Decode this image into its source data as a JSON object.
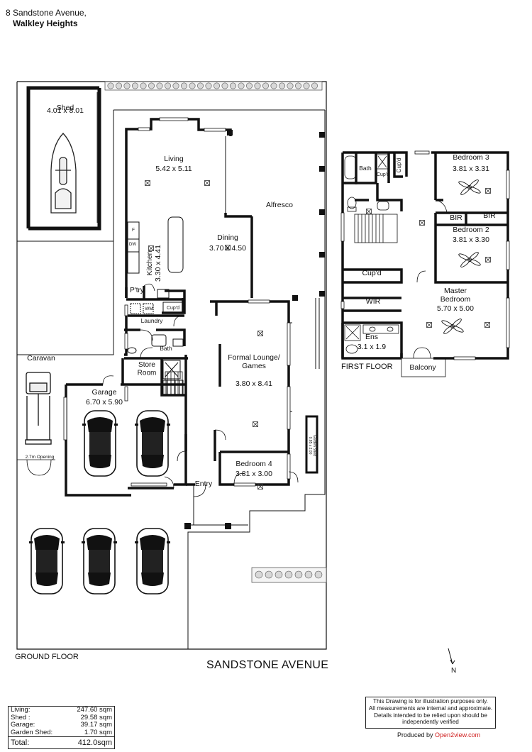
{
  "header": {
    "address_line1": "8 Sandstone Avenue,",
    "address_line2": "Walkley Heights"
  },
  "ground_floor": {
    "label": "GROUND FLOOR",
    "rooms": [
      {
        "name": "Shed",
        "dims": "4.01 x 8.01"
      },
      {
        "name": "Living",
        "dims": "5.42 x 5.11"
      },
      {
        "name": "Alfresco",
        "dims": ""
      },
      {
        "name": "Dining",
        "dims": "3.70 x 4.50"
      },
      {
        "name": "Kitchen",
        "dims": "3.30 x 4.41"
      },
      {
        "name": "P'try",
        "dims": ""
      },
      {
        "name": "Laundry",
        "dims": ""
      },
      {
        "name": "Bath",
        "dims": ""
      },
      {
        "name": "Store Room",
        "dims": ""
      },
      {
        "name": "Formal Lounge/ Games",
        "dims": "3.80 x 8.41"
      },
      {
        "name": "Garage",
        "dims": "6.70 x 5.90"
      },
      {
        "name": "Bedroom 4",
        "dims": "3.81 x 3.00"
      },
      {
        "name": "Entry",
        "dims": ""
      },
      {
        "name": "Caravan",
        "dims": ""
      }
    ],
    "fixtures": {
      "dw": "DW",
      "wm": "WM",
      "cupd": "Cup'd",
      "fridge": "F",
      "opening": "2.7m Opening",
      "garden_shed": "Garden Shed",
      "garden_shed_dims": "0.85 x 2.00"
    }
  },
  "first_floor": {
    "label": "FIRST FLOOR",
    "rooms": [
      {
        "name": "Bath",
        "dims": ""
      },
      {
        "name": "Cup'd",
        "dims": ""
      },
      {
        "name": "Cup'd",
        "dims": ""
      },
      {
        "name": "Bedroom 3",
        "dims": "3.81 x 3.31"
      },
      {
        "name": "BIR",
        "dims": ""
      },
      {
        "name": "BIR",
        "dims": ""
      },
      {
        "name": "Bedroom 2",
        "dims": "3.81 x 3.30"
      },
      {
        "name": "Cup'd",
        "dims": ""
      },
      {
        "name": "WIR",
        "dims": ""
      },
      {
        "name": "Master Bedroom",
        "dims": "5.70 x 5.00"
      },
      {
        "name": "Ens",
        "dims": "3.1 x 1.9"
      },
      {
        "name": "Balcony",
        "dims": ""
      }
    ]
  },
  "street": "SANDSTONE AVENUE",
  "north": "N",
  "areas": [
    {
      "label": "Living:",
      "value": "247.60 sqm"
    },
    {
      "label": "Shed :",
      "value": "29.58 sqm"
    },
    {
      "label": "Garage:",
      "value": "39.17 sqm"
    },
    {
      "label": "Garden Shed:",
      "value": "1.70 sqm"
    }
  ],
  "total": {
    "label": "Total:",
    "value": "412.0sqm"
  },
  "disclaimer": [
    "This Drawing is for illustration purposes only.",
    "All measurements are internal and approximate.",
    "Details intended to be relied upon should be",
    "independently verified"
  ],
  "producer": {
    "prefix": "Produced by ",
    "brand": "Open2view.com"
  }
}
